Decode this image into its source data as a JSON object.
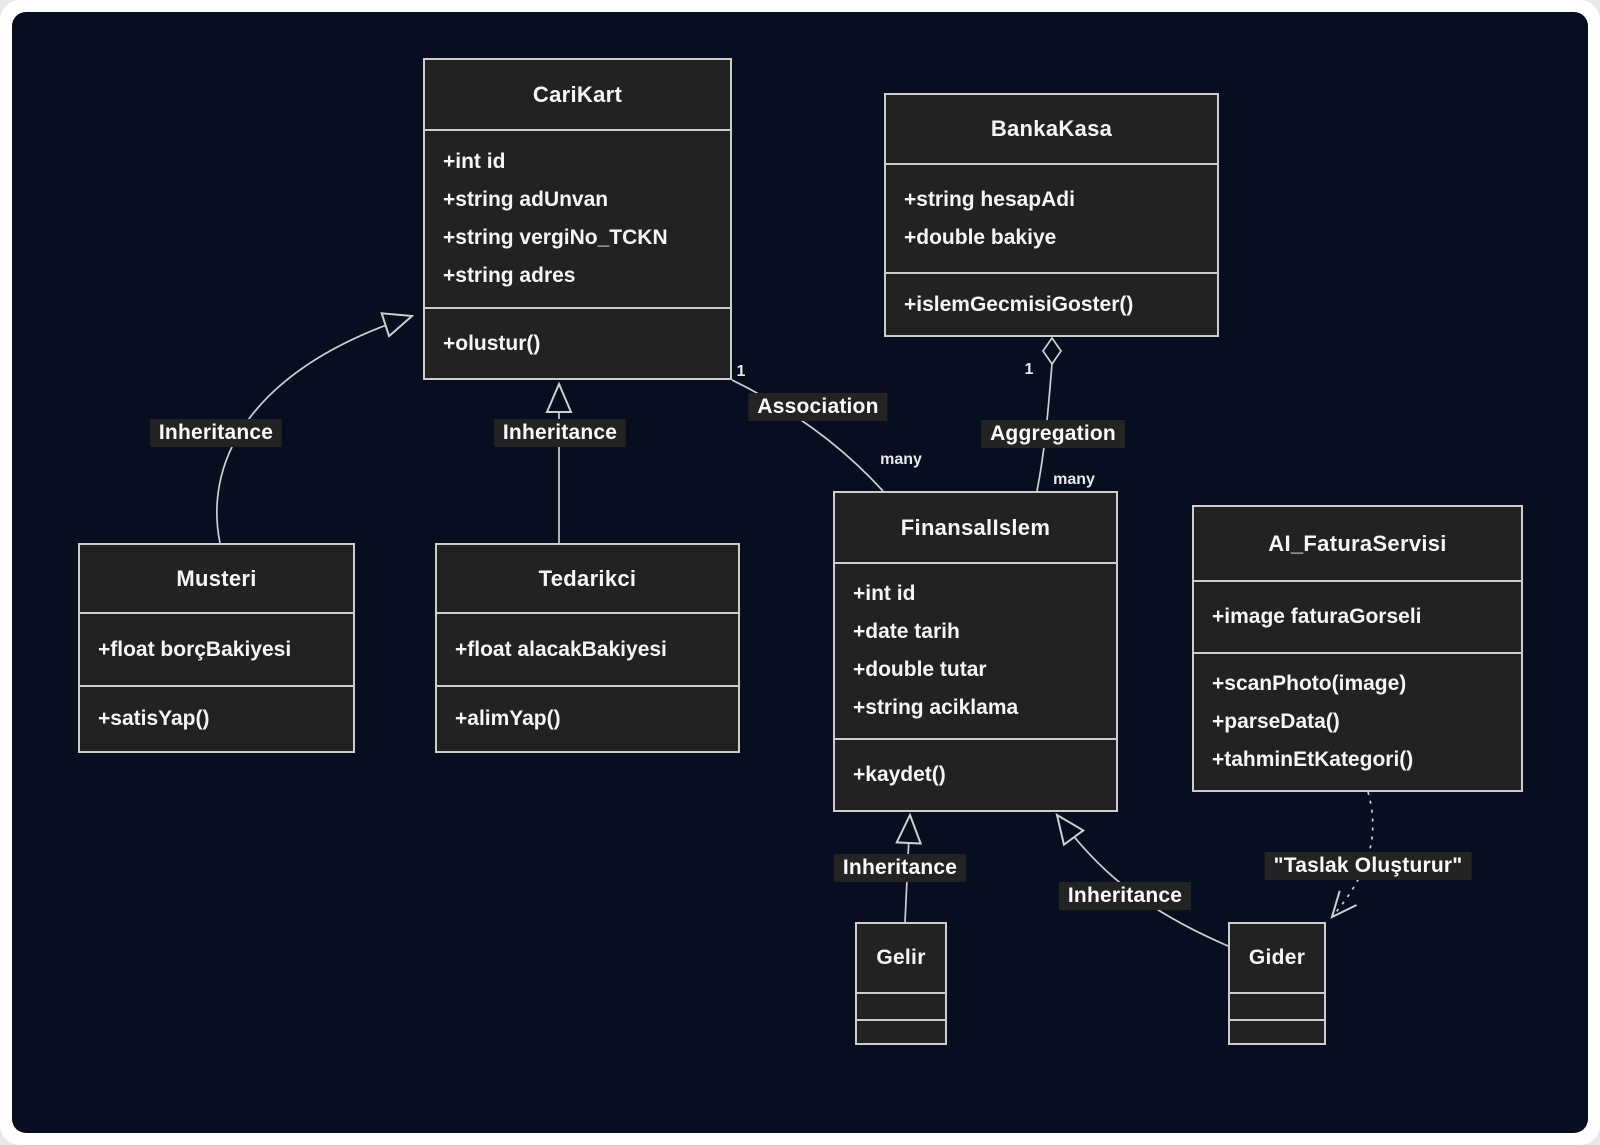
{
  "diagram": {
    "classes": [
      {
        "name": "CariKart",
        "attributes": [
          "+int id",
          "+string adUnvan",
          "+string vergiNo_TCKN",
          "+string adres"
        ],
        "methods": [
          "+olustur()"
        ]
      },
      {
        "name": "BankaKasa",
        "attributes": [
          "+string hesapAdi",
          "+double bakiye"
        ],
        "methods": [
          "+islemGecmisiGoster()"
        ]
      },
      {
        "name": "Musteri",
        "attributes": [
          "+float borçBakiyesi"
        ],
        "methods": [
          "+satisYap()"
        ]
      },
      {
        "name": "Tedarikci",
        "attributes": [
          "+float alacakBakiyesi"
        ],
        "methods": [
          "+alimYap()"
        ]
      },
      {
        "name": "FinansalIslem",
        "attributes": [
          "+int id",
          "+date tarih",
          "+double tutar",
          "+string aciklama"
        ],
        "methods": [
          "+kaydet()"
        ]
      },
      {
        "name": "AI_FaturaServisi",
        "attributes": [
          "+image faturaGorseli"
        ],
        "methods": [
          "+scanPhoto(image)",
          "+parseData()",
          "+tahminEtKategori()"
        ]
      },
      {
        "name": "Gelir",
        "attributes": [],
        "methods": []
      },
      {
        "name": "Gider",
        "attributes": [],
        "methods": []
      }
    ],
    "edge_labels": {
      "inheritance_musteri": "Inheritance",
      "inheritance_tedarikci": "Inheritance",
      "association": "Association",
      "aggregation": "Aggregation",
      "inheritance_gelir": "Inheritance",
      "inheritance_gider": "Inheritance",
      "dependency_note": "\"Taslak Oluşturur\""
    },
    "multiplicities": {
      "association_one": "1",
      "association_many": "many",
      "aggregation_one": "1",
      "aggregation_many": "many"
    },
    "colors": {
      "canvas_bg": "#070e20",
      "node_fill": "#222222",
      "node_border": "#cdcdcd",
      "edge": "#cfcfcf",
      "label_bg": "#232323",
      "text": "#f5f5f5"
    }
  }
}
